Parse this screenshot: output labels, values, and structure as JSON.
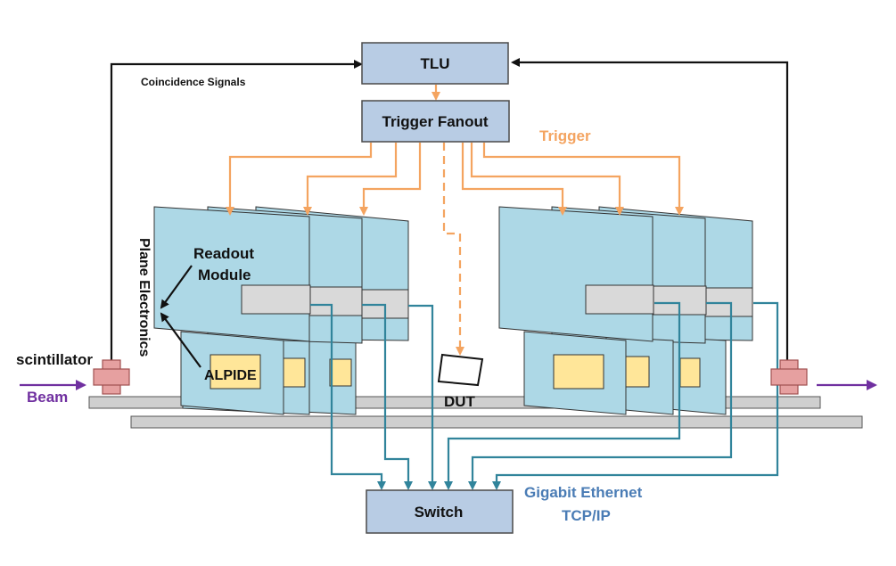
{
  "boxes": {
    "tlu": "TLU",
    "trigger_fanout": "Trigger Fanout",
    "switch": "Switch"
  },
  "labels": {
    "coincidence_signals": "Coincidence Signals",
    "trigger": "Trigger",
    "plane_electronics": "Plane Electronics",
    "readout_module_line1": "Readout",
    "readout_module_line2": "Module",
    "alpide": "ALPIDE",
    "scintillator": "scintillator",
    "beam": "Beam",
    "dut": "DUT",
    "gigabit_ethernet": "Gigabit Ethernet",
    "tcp_ip": "TCP/IP"
  },
  "colors": {
    "box_fill": "#b8cce4",
    "box_stroke": "#4a4a4a",
    "plane_fill": "#add8e6",
    "readout_fill": "#d9d9d9",
    "alpide_fill": "#ffe699",
    "trigger_line": "#f4a460",
    "ethernet_line": "#31849b",
    "beam": "#7030a0",
    "scintillator": "#e6a0a0",
    "trigger_text": "#f4a460",
    "ethernet_text": "#4a7cb5"
  }
}
